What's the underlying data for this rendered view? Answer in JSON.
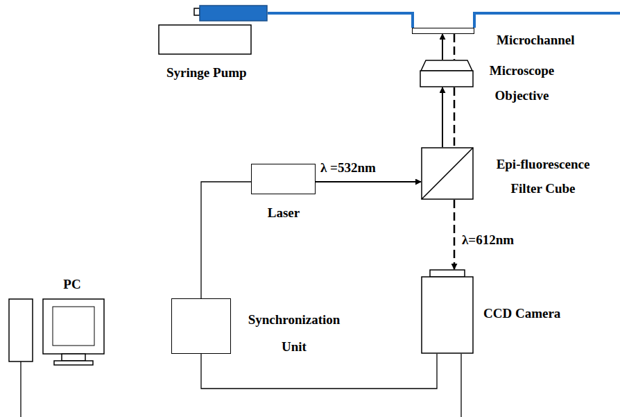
{
  "diagram": {
    "nodes": [
      {
        "text": [
          "Syringe Pump"
        ]
      },
      {
        "text": [
          "Microchannel"
        ]
      },
      {
        "text": [
          "Microscope Objective"
        ]
      },
      {
        "text": [
          "Epi-fluorescence Filter Cube"
        ]
      },
      {
        "text": [
          "Laser"
        ]
      },
      {
        "text": [
          "PC"
        ]
      },
      {
        "text": [
          "Synchronization Unit"
        ]
      },
      {
        "text": [
          "CCD Camera"
        ]
      }
    ],
    "edges": [
      {
        "from": 0,
        "to": 1,
        "arrow": "none"
      },
      {
        "from": 4,
        "to": 3,
        "label": "λ =532nm",
        "arrow": "to"
      },
      {
        "from": 3,
        "to": 2,
        "arrow": "to"
      },
      {
        "from": 2,
        "to": 1,
        "arrow": "to"
      },
      {
        "from": 1,
        "to": 2,
        "arrow": "none"
      },
      {
        "from": 2,
        "to": 3,
        "arrow": "none"
      },
      {
        "from": 3,
        "to": 7,
        "label": "λ=612nm",
        "arrow": "to"
      },
      {
        "from": 6,
        "to": 4,
        "arrow": "none"
      },
      {
        "from": 6,
        "to": 7,
        "arrow": "none"
      }
    ]
  }
}
